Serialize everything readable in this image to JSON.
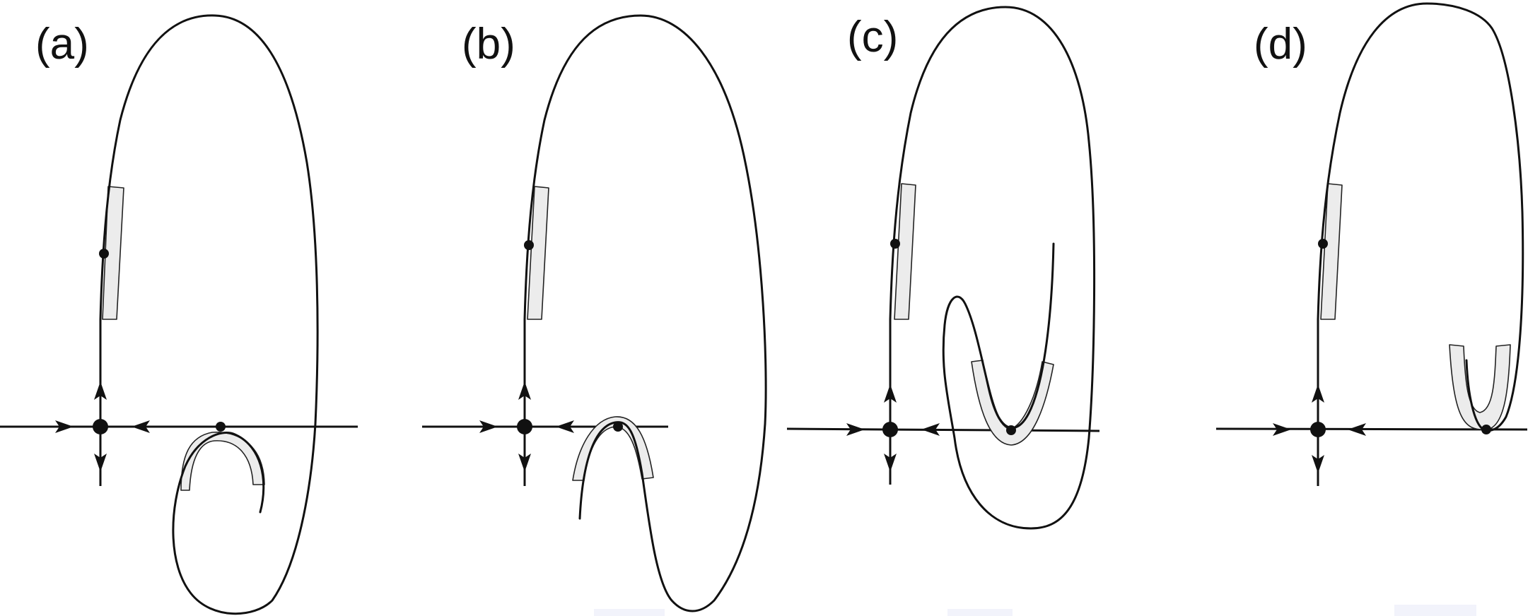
{
  "figure": {
    "panels": [
      {
        "id": "a",
        "label": "(a)"
      },
      {
        "id": "b",
        "label": "(b)"
      },
      {
        "id": "c",
        "label": "(c)"
      },
      {
        "id": "d",
        "label": "(d)"
      }
    ],
    "colors": {
      "stroke": "#111111",
      "band_fill": "#ececec",
      "background": "#ffffff"
    }
  }
}
